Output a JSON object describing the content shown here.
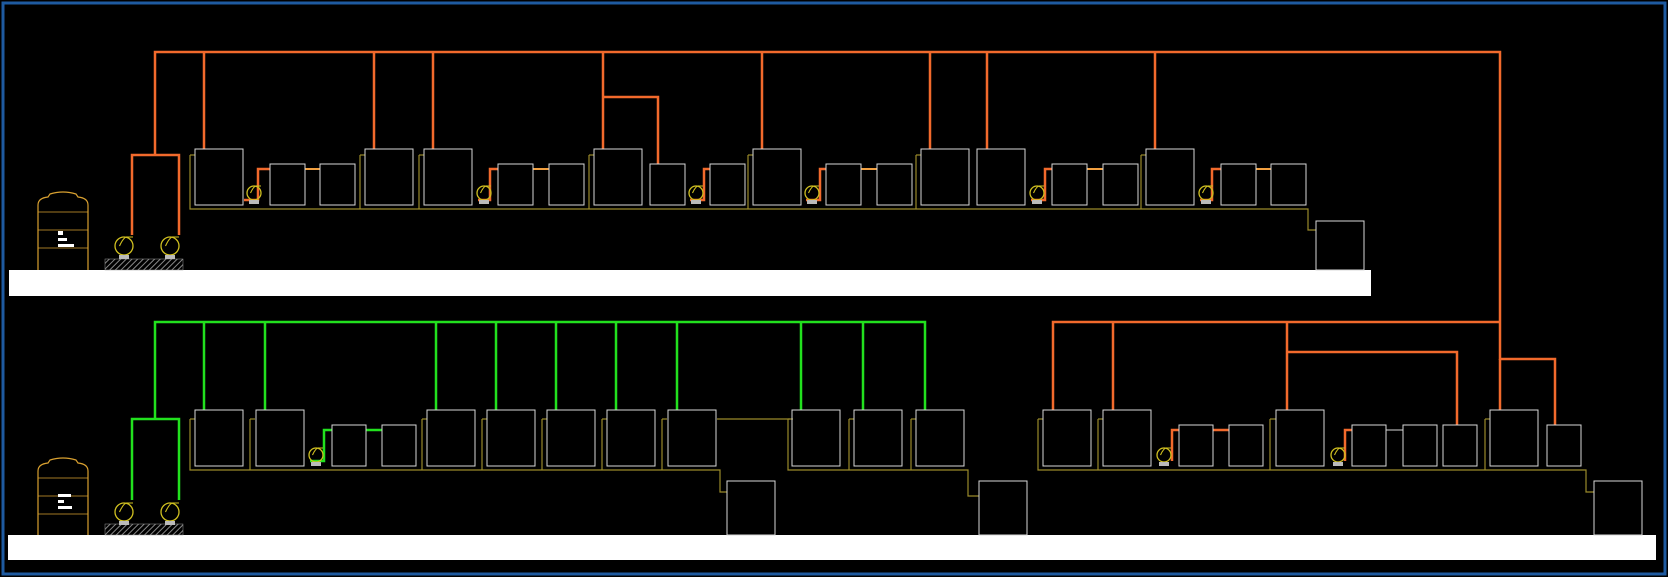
{
  "diagram": {
    "type": "piping-schematic",
    "colors": {
      "background": "#000000",
      "frame": "#1e5aa0",
      "supply_upper": "#f26a2c",
      "supply_lower_left": "#22e11e",
      "supply_lower_right": "#f26a2c",
      "drain": "#9a8a2a",
      "equipment_outline": "#d8d8d8",
      "tank_outline": "#d8a030",
      "pump_outline": "#d0c020",
      "floor": "#ffffff"
    },
    "systems": [
      {
        "id": "upper",
        "supply_color": "orange",
        "tanks": 1,
        "pumps": 2
      },
      {
        "id": "lower-left",
        "supply_color": "green",
        "tanks": 1,
        "pumps": 2
      },
      {
        "id": "lower-right",
        "supply_color": "orange"
      }
    ],
    "icons": [
      "storage-tank-icon",
      "pump-icon",
      "equipment-box"
    ]
  }
}
